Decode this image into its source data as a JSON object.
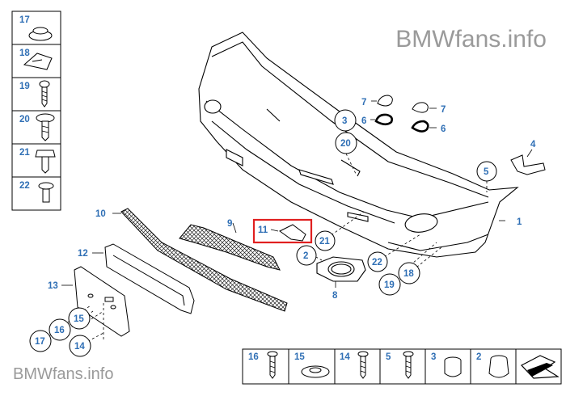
{
  "watermark": {
    "top": "BMWfans.info",
    "bottom": "BMWfans.info"
  },
  "legend_left": [
    "17",
    "18",
    "19",
    "20",
    "21",
    "22"
  ],
  "legend_bottom": [
    "16",
    "15",
    "14",
    "5",
    "3",
    "2"
  ],
  "callouts": {
    "c1": "1",
    "c2": "2",
    "c3": "3",
    "c4": "4",
    "c5": "5",
    "c6a": "6",
    "c6b": "6",
    "c7a": "7",
    "c7b": "7",
    "c8": "8",
    "c9": "9",
    "c10": "10",
    "c11": "11",
    "c12": "12",
    "c13": "13",
    "c14": "14",
    "c15": "15",
    "c16": "16",
    "c17": "17",
    "c18": "18",
    "c19": "19",
    "c20": "20",
    "c21": "21",
    "c22": "22"
  },
  "colors": {
    "callout": "#2f6fb5",
    "highlight": "#e02020",
    "line": "#000000"
  },
  "highlighted_part": "11"
}
